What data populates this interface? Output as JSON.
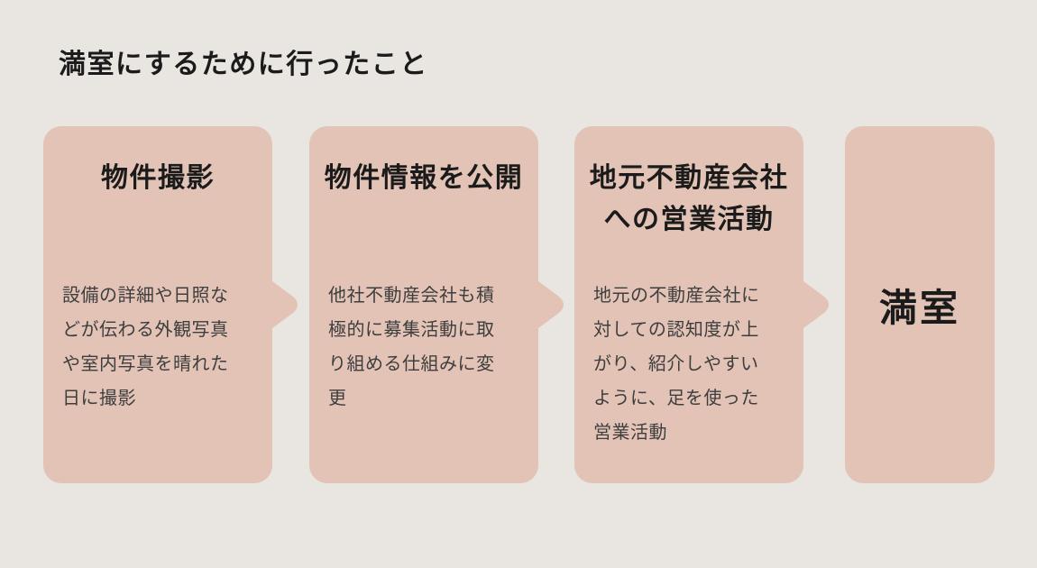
{
  "page": {
    "title": "満室にするために行ったこと",
    "background_color": "#E9E5E0",
    "card_color": "#E2C3B6",
    "heading_color": "#1B1B1B",
    "body_color": "#3E3E3E"
  },
  "steps": [
    {
      "heading": "物件撮影",
      "body": "設備の詳細や日照などが伝わる外観写真や室内写真を晴れた日に撮影"
    },
    {
      "heading": "物件情報を公開",
      "body": "他社不動産会社も積極的に募集活動に取り組める仕組みに変更"
    },
    {
      "heading": "地元不動産会社\nへの営業活動",
      "body": "地元の不動産会社に対しての認知度が上がり、紹介しやすいように、足を使った営業活動"
    }
  ],
  "result": {
    "label": "満室"
  }
}
